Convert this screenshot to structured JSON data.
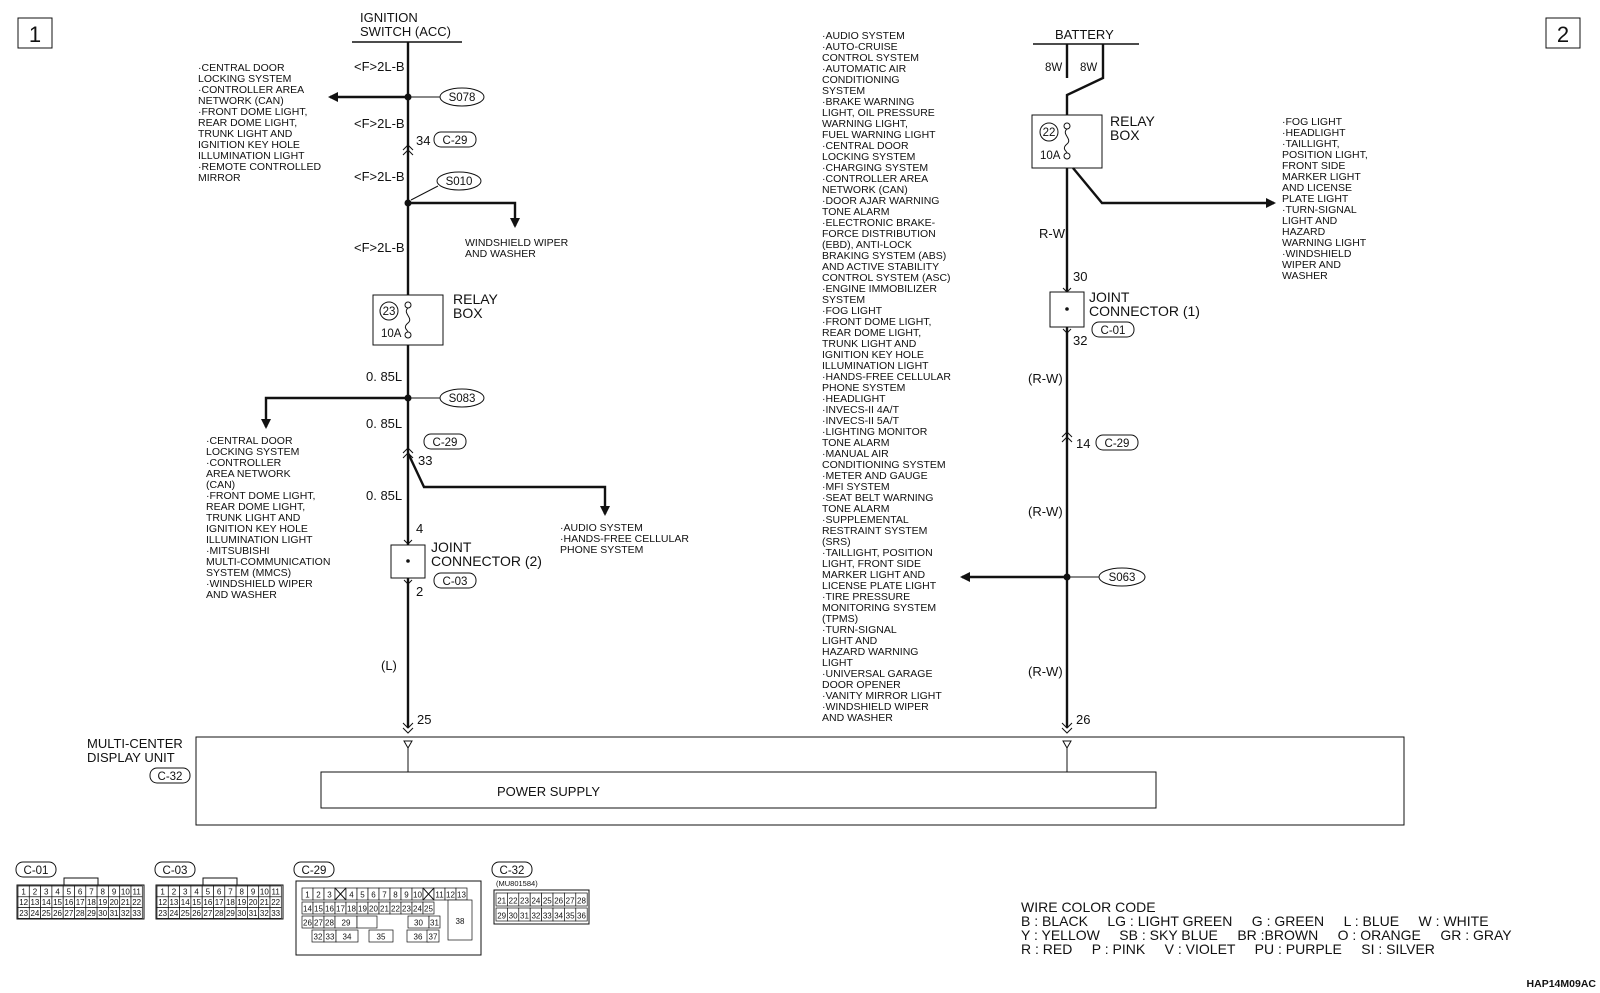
{
  "pages": {
    "left": "1",
    "right": "2"
  },
  "left_circuit": {
    "source": {
      "line1": "IGNITION",
      "line2": "SWITCH (ACC)"
    },
    "wire_labels": {
      "w1": "<F>2L-B",
      "w2": "<F>2L-B",
      "w3": "<F>2L-B",
      "w4": "<F>2L-B",
      "w5": "0. 85L",
      "w6": "0. 85L",
      "w7": "0. 85L",
      "w8": "(L)"
    },
    "splices": {
      "s078": "S078",
      "s010": "S010",
      "s083": "S083"
    },
    "conn_c29_a": {
      "pin": "34",
      "tag": "C-29"
    },
    "conn_c29_b": {
      "pin": "33",
      "tag": "C-29"
    },
    "relay_box": {
      "fuse_no": "23",
      "rating": "10A",
      "label1": "RELAY",
      "label2": "BOX"
    },
    "joint2": {
      "pin_in": "4",
      "pin_out": "2",
      "label1": "JOINT",
      "label2": "CONNECTOR (2)",
      "tag": "C-03"
    },
    "terminal": "25",
    "branch_s078": [
      "·CENTRAL DOOR",
      "LOCKING SYSTEM",
      "·CONTROLLER AREA",
      "NETWORK (CAN)",
      "·FRONT DOME LIGHT,",
      "REAR DOME LIGHT,",
      "TRUNK LIGHT AND",
      "IGNITION KEY HOLE",
      "ILLUMINATION LIGHT",
      "·REMOTE CONTROLLED",
      "MIRROR"
    ],
    "branch_s010": [
      "WINDSHIELD WIPER",
      "AND WASHER"
    ],
    "branch_s083": [
      "·CENTRAL DOOR",
      "LOCKING SYSTEM",
      "·CONTROLLER",
      "AREA NETWORK",
      "(CAN)",
      "·FRONT DOME LIGHT,",
      "REAR DOME LIGHT,",
      "TRUNK LIGHT AND",
      "IGNITION KEY HOLE",
      "ILLUMINATION LIGHT",
      "·MITSUBISHI",
      "MULTI-COMMUNICATION",
      "SYSTEM (MMCS)",
      "·WINDSHIELD WIPER",
      "AND WASHER"
    ],
    "branch_c29": [
      "·AUDIO SYSTEM",
      "·HANDS-FREE CELLULAR",
      "PHONE SYSTEM"
    ]
  },
  "right_circuit": {
    "source": "BATTERY",
    "wire_labels": {
      "w1": "8W",
      "w2": "8W",
      "w3": "R-W",
      "w4": "(R-W)",
      "w5": "(R-W)",
      "w6": "(R-W)"
    },
    "relay_box": {
      "fuse_no": "22",
      "rating": "10A",
      "label1": "RELAY",
      "label2": "BOX"
    },
    "joint1": {
      "pin_in": "30",
      "pin_out": "32",
      "label1": "JOINT",
      "label2": "CONNECTOR (1)",
      "tag": "C-01"
    },
    "conn_c29": {
      "pin": "14",
      "tag": "C-29"
    },
    "splice_s063": "S063",
    "terminal": "26",
    "branch_relay": [
      "·FOG LIGHT",
      "·HEADLIGHT",
      "·TAILLIGHT,",
      "POSITION LIGHT,",
      "FRONT SIDE",
      "MARKER LIGHT",
      "AND LICENSE",
      "PLATE LIGHT",
      "·TURN-SIGNAL",
      "LIGHT AND",
      "HAZARD",
      "WARNING LIGHT",
      "·WINDSHIELD",
      "WIPER AND",
      "WASHER"
    ],
    "branch_s063": [
      "·AUDIO SYSTEM",
      "·AUTO-CRUISE",
      "CONTROL SYSTEM",
      "·AUTOMATIC AIR",
      "CONDITIONING",
      "SYSTEM",
      "·BRAKE WARNING",
      "LIGHT, OIL PRESSURE",
      "WARNING LIGHT,",
      "FUEL WARNING LIGHT",
      "·CENTRAL DOOR",
      "LOCKING SYSTEM",
      "·CHARGING SYSTEM",
      "·CONTROLLER AREA",
      "NETWORK (CAN)",
      "·DOOR AJAR WARNING",
      "TONE ALARM",
      "·ELECTRONIC BRAKE-",
      "FORCE DISTRIBUTION",
      "(EBD), ANTI-LOCK",
      "BRAKING SYSTEM (ABS)",
      "AND ACTIVE STABILITY",
      "CONTROL SYSTEM (ASC)",
      "·ENGINE IMMOBILIZER",
      "SYSTEM",
      "·FOG LIGHT",
      "·FRONT DOME LIGHT,",
      "REAR DOME LIGHT,",
      "TRUNK LIGHT AND",
      "IGNITION KEY HOLE",
      "ILLUMINATION LIGHT",
      "·HANDS-FREE CELLULAR",
      "PHONE SYSTEM",
      "·HEADLIGHT",
      "·INVECS-II 4A/T",
      "·INVECS-II 5A/T",
      "·LIGHTING MONITOR",
      "TONE ALARM",
      "·MANUAL AIR",
      "CONDITIONING SYSTEM",
      "·METER AND GAUGE",
      "·MFI SYSTEM",
      "·SEAT BELT WARNING",
      "TONE ALARM",
      "·SUPPLEMENTAL",
      "RESTRAINT SYSTEM",
      "(SRS)",
      "·TAILLIGHT, POSITION",
      "LIGHT, FRONT SIDE",
      "MARKER LIGHT AND",
      "LICENSE PLATE LIGHT",
      "·TIRE PRESSURE",
      "MONITORING SYSTEM",
      "(TPMS)",
      "·TURN-SIGNAL",
      "LIGHT AND",
      "HAZARD WARNING",
      "LIGHT",
      "·UNIVERSAL GARAGE",
      "DOOR OPENER",
      "·VANITY MIRROR LIGHT",
      "·WINDSHIELD WIPER",
      "AND WASHER"
    ]
  },
  "unit": {
    "line1": "MULTI-CENTER",
    "line2": "DISPLAY UNIT",
    "tag": "C-32",
    "inner": "POWER SUPPLY"
  },
  "connectors": {
    "c01": {
      "tag": "C-01",
      "rows": [
        [
          "1",
          "2",
          "3",
          "4",
          "5",
          "6",
          "7",
          "8",
          "9",
          "10",
          "11"
        ],
        [
          "12",
          "13",
          "14",
          "15",
          "16",
          "17",
          "18",
          "19",
          "20",
          "21",
          "22"
        ],
        [
          "23",
          "24",
          "25",
          "26",
          "27",
          "28",
          "29",
          "30",
          "31",
          "32",
          "33"
        ]
      ]
    },
    "c03": {
      "tag": "C-03",
      "rows": [
        [
          "1",
          "2",
          "3",
          "4",
          "5",
          "6",
          "7",
          "8",
          "9",
          "10",
          "11"
        ],
        [
          "12",
          "13",
          "14",
          "15",
          "16",
          "17",
          "18",
          "19",
          "20",
          "21",
          "22"
        ],
        [
          "23",
          "24",
          "25",
          "26",
          "27",
          "28",
          "29",
          "30",
          "31",
          "32",
          "33"
        ]
      ]
    },
    "c29": {
      "tag": "C-29",
      "row1": [
        "1",
        "2",
        "3",
        "",
        "4",
        "5",
        "6",
        "7",
        "8",
        "9",
        "10",
        "",
        "11",
        "12",
        "13"
      ],
      "row2": [
        "14",
        "15",
        "16",
        "17",
        "18",
        "19",
        "20",
        "21",
        "22",
        "23",
        "24",
        "25"
      ],
      "row3": [
        "26",
        "27",
        "28",
        "29",
        "",
        "30",
        "31"
      ],
      "row4": [
        "32",
        "33",
        "34",
        "35",
        "36",
        "37"
      ],
      "big": "38"
    },
    "c32": {
      "tag": "C-32",
      "part": "(MU801584)",
      "row1": [
        "21",
        "22",
        "23",
        "24",
        "25",
        "26",
        "27",
        "28"
      ],
      "row2": [
        "29",
        "30",
        "31",
        "32",
        "33",
        "34",
        "35",
        "36"
      ]
    }
  },
  "color_code": {
    "title": "WIRE COLOR CODE",
    "line1": "B : BLACK     LG : LIGHT GREEN     G : GREEN     L : BLUE     W : WHITE",
    "line2": "Y : YELLOW     SB : SKY BLUE     BR :BROWN     O : ORANGE     GR : GRAY",
    "line3": "R : RED     P : PINK     V : VIOLET     PU : PURPLE     SI : SILVER"
  },
  "code": "HAP14M09AC"
}
